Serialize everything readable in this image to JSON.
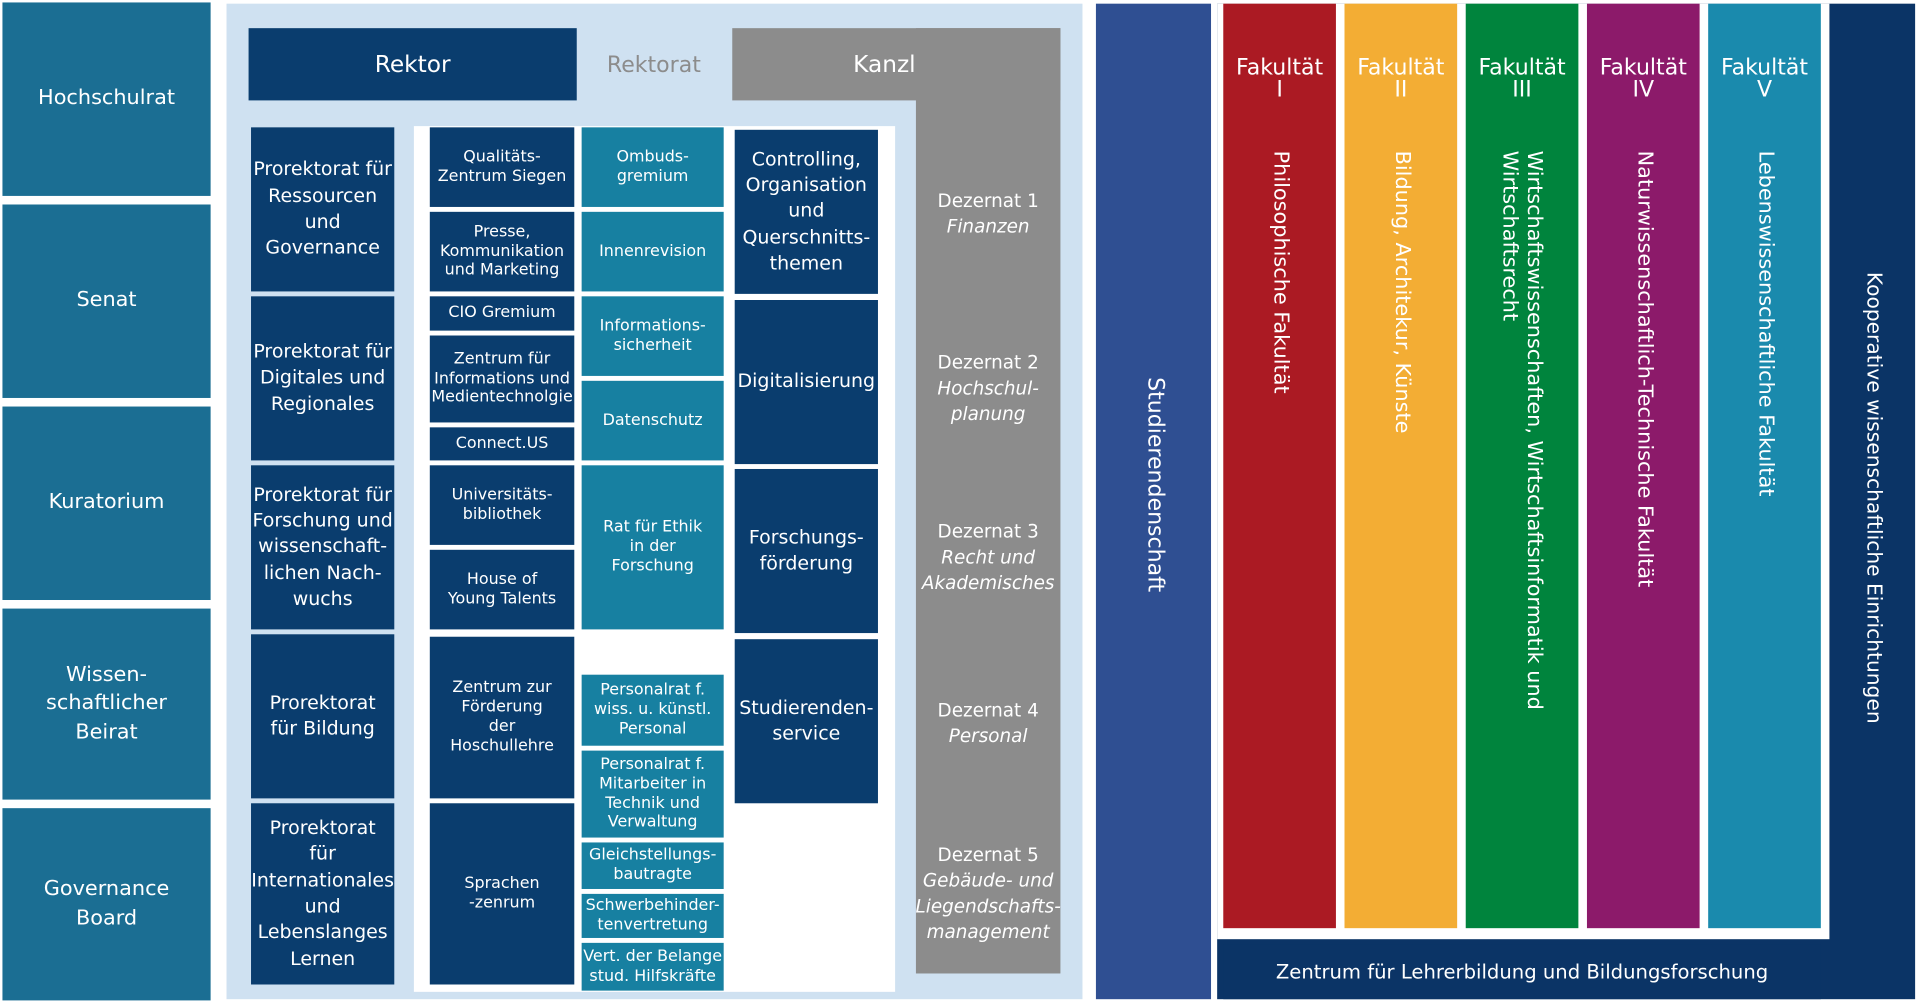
{
  "governance": [
    "Hochschulrat",
    "Senat",
    "Kuratorium",
    "Wissen-\nschaftlicher\nBeirat",
    "Governance\nBoard"
  ],
  "rektorat": {
    "rektor": "Rektor",
    "label": "Rektorat",
    "kanzler": "Kanzler"
  },
  "prorektorate": [
    "Prorektorat für\nRessourcen und\nGovernance",
    "Prorektorat für\nDigitales und\nRegionales",
    "Prorektorat für\nForschung und\nwissenschaft-\nlichen Nach-\nwuchs",
    "Prorektorat\nfür Bildung",
    "Prorektorat\nfür\nInternationales\nund\nLebenslanges\nLernen"
  ],
  "units_col1": [
    "Qualitäts-\nZentrum Siegen",
    "Presse,\nKommunikation\nund Marketing",
    "CIO Gremium",
    "Zentrum für\nInformations und\nMedientechnolgie",
    "Connect.US",
    "Universitäts-\nbibliothek",
    "House of\nYoung Talents",
    "Zentrum zur\nFörderung\nder\nHoschullehre",
    "Sprachen\n-zenrum"
  ],
  "units_col2_top": [
    "Ombuds-\ngremium",
    "Innenrevision",
    "Informations-\nsicherheit",
    "Datenschutz",
    "Rat für Ethik\nin der\nForschung"
  ],
  "units_col2_bottom": [
    "Personalrat f.\nwiss. u. künstl.\nPersonal",
    "Personalrat f.\nMitarbeiter in\nTechnik und\nVerwaltung",
    "Gleichstellungs-\nbautragte",
    "Schwerbehinder-\ntenvertretung",
    "Vert. der Belange\nstud. Hilfskräfte"
  ],
  "kanzler_units": [
    "Controlling,\nOrganisation\nund\nQuerschnitts-\nthemen",
    "Digitalisierung",
    "Forschungs-\nförderung",
    "Studierenden-\nservice"
  ],
  "dezernate": [
    {
      "name": "Dezernat 1",
      "sub": "Finanzen"
    },
    {
      "name": "Dezernat 2",
      "sub": "Hochschul-\nplanung"
    },
    {
      "name": "Dezernat 3",
      "sub": "Recht und\nAkademisches"
    },
    {
      "name": "Dezernat 4",
      "sub": "Personal"
    },
    {
      "name": "Dezernat 5",
      "sub": "Gebäude- und\nLiegendschafts-\nmanagement"
    }
  ],
  "studierendenschaft": "Studierendenschaft",
  "fakultaeten": [
    {
      "head": "Fakultät\nI",
      "name": "Philosophische Fakultät",
      "color": "#ab1a23"
    },
    {
      "head": "Fakultät\nII",
      "name": "Bildung, Architekur, Künste",
      "color": "#f3ad34"
    },
    {
      "head": "Fakultät\nIII",
      "name": "Wirtschaftswissenschaften, Wirtschaftsinformatik und\nWirtschaftsrecht",
      "color": "#00843d"
    },
    {
      "head": "Fakultät\nIV",
      "name": "Naturwissenschaftlich-Technische Fakultät",
      "color": "#8c1a6a"
    },
    {
      "head": "Fakultät\nV",
      "name": "Lebenswissenschaftliche Fakultät",
      "color": "#1a8aad"
    }
  ],
  "kooperative": "Kooperative wissenschaftliche Einrichtungen",
  "zlb": "Zentrum für Lehrerbildung und Bildungsforschung",
  "colors": {
    "governance": "#1b6e93",
    "navy": "#0a3d6e",
    "teal": "#1780a1",
    "grey": "#8c8c8c",
    "light_blue": "#cfe1f1",
    "studierendenschaft": "#2f4f92",
    "kooperative": "#0b3466"
  }
}
